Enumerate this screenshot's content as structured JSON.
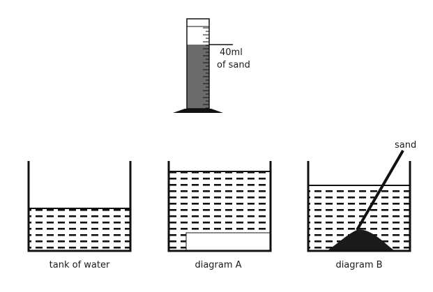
{
  "cylinder": {
    "label_line1": "40ml",
    "label_line2": "of sand"
  },
  "sand_label": "sand",
  "tanks": [
    {
      "caption": "tank of water"
    },
    {
      "caption": "diagram A"
    },
    {
      "caption": "diagram B"
    }
  ],
  "colors": {
    "ink": "#111111",
    "sand_gray": "#6b6b6b",
    "sand_dark": "#1a1a1a",
    "background": "#ffffff"
  }
}
